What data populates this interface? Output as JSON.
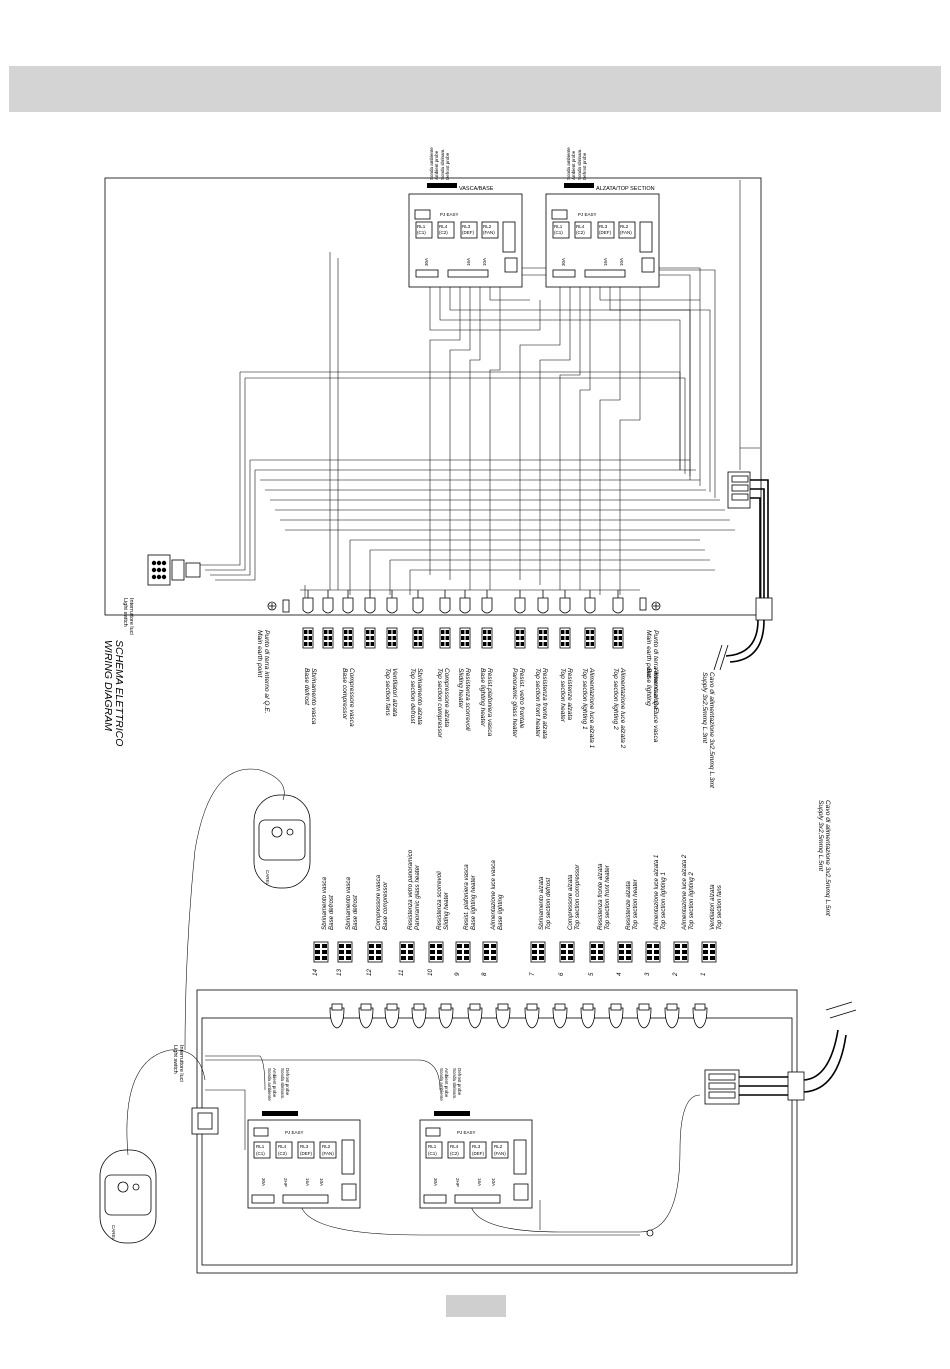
{
  "header": {},
  "diagram": {
    "title": "SCHEMA ELETTRICO",
    "subtitle": "WIRING DIAGRAM",
    "boards": {
      "base": "VASCA/BASE",
      "top": "ALZATA/TOP SECTION",
      "controller": "PJ EASY",
      "brand": "CAREL"
    },
    "relays": [
      "RL1",
      "RL4",
      "RL3",
      "RL2"
    ],
    "relay_subs": [
      "(C1)",
      "(C2)",
      "(DEF)",
      "(FAN)"
    ],
    "ratings": [
      "30A",
      "2HP",
      "16A",
      "10A"
    ],
    "probes": {
      "ambient_it": "Sonda ambiente",
      "ambient_en": "Ambient probe",
      "defrost_it": "Sonda sbrinam.",
      "defrost_en": "Defrost probe"
    },
    "switch": {
      "it": "Interruttore luci",
      "en": "Light switch"
    },
    "supply_upper": {
      "it": "Cavo di alimentazione 3x2,5mmq L.3mt",
      "en": "Supply 3x2,5mmq L.3mt"
    },
    "supply_lower": {
      "it": "Cavo di alimentazione 3x2,5mmq L.5mt",
      "en": "Supply 3x2,5mmq L.5mt"
    },
    "earth_upper": {
      "it": "Punto di terra interno al Q.E.",
      "en": "Main earth point"
    },
    "earth_lower": {
      "it": "Punto di terra interno al Q.E.",
      "en": "Main earth point"
    },
    "upper_labels": [
      {
        "it": "Sbrinamento vasca",
        "en": "Base defrost"
      },
      {
        "it": "Compressore vasca",
        "en": "Base compressor"
      },
      {
        "it": "Ventilatori alzata",
        "en": "Top section fans"
      },
      {
        "it": "Sbrinamento alzata",
        "en": "Top section defrost"
      },
      {
        "it": "Compressore alzata",
        "en": "Top section compressor"
      },
      {
        "it": "Resistenza scorrevoli",
        "en": "Sliding heater"
      },
      {
        "it": "Resist.plafoniera vasca",
        "en": "Base lighting heater"
      },
      {
        "it": "Resist. vetro frontale",
        "en": "Panoramic glass heater"
      },
      {
        "it": "Resistenza  fronte alzata",
        "en": "Top section front heater"
      },
      {
        "it": "Resistenze alzata",
        "en": "Top section heater"
      },
      {
        "it": "Alimentazione luce alzata 1",
        "en": "Top section lighting 1"
      },
      {
        "it": "Alimentazione luce alzata 2",
        "en": "Top section lighting 2"
      },
      {
        "it": "Alimentazione luce vasca",
        "en": "Base lighting"
      }
    ],
    "lower_labels": [
      {
        "num": "14",
        "it": "Sbrinamento vasca",
        "en": "Base defrost"
      },
      {
        "num": "13",
        "it": "Sbrinamento vasca",
        "en": "Base defrost"
      },
      {
        "num": "12",
        "it": "Compressore vasca",
        "en": "Base compressor"
      },
      {
        "num": "11",
        "it": "Resistenza vetro panoramico",
        "en": "Panoramic glass heater"
      },
      {
        "num": "10",
        "it": "Resistenza scorrevoli",
        "en": "Sliding heater"
      },
      {
        "num": "9",
        "it": "Resist. plafoniera vasca",
        "en": "Base lighting heater"
      },
      {
        "num": "8",
        "it": "Alimentazione luce vasca",
        "en": "Base lighting"
      },
      {
        "num": "7",
        "it": "Sbrinamento alzata",
        "en": "Top section defrost"
      },
      {
        "num": "6",
        "it": "Compressore alzata",
        "en": "Top section compressor"
      },
      {
        "num": "5",
        "it": "Resistenza  fronte alzata",
        "en": "Top section front heater"
      },
      {
        "num": "4",
        "it": "Resistenze alzata",
        "en": "Top section heater"
      },
      {
        "num": "3",
        "it": "Alimentazione luce alzata 1",
        "en": "Top section lighting 1"
      },
      {
        "num": "2",
        "it": "Alimentazione luce alzata 2",
        "en": "Top section lighting 2"
      },
      {
        "num": "1",
        "it": "Ventilatori alzata",
        "en": "Top section fans"
      }
    ]
  },
  "footer": {
    "page_number": ""
  }
}
